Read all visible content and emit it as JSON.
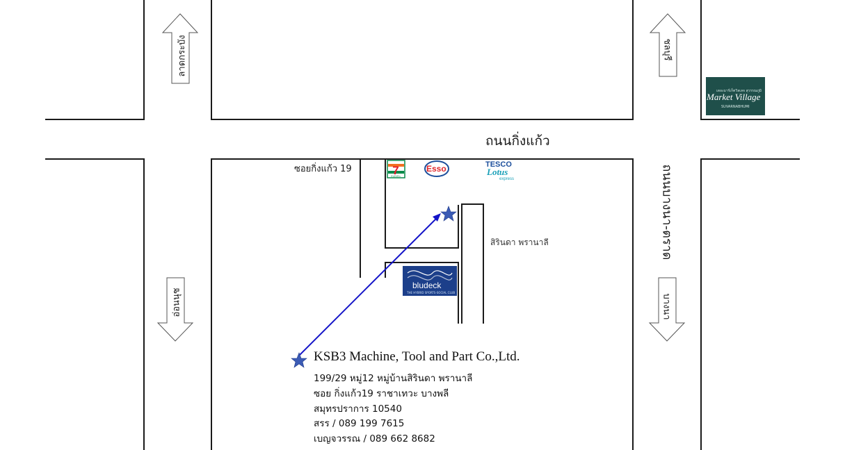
{
  "roads": {
    "main_horizontal": "ถนนกิ่งแก้ว",
    "main_vertical": "ถนนบางนา-ตราด",
    "soi": "ซอยกิ่งแก้ว 19",
    "arrow_lat_krabang": "ลาดกระบัง",
    "arrow_on_nut": "อ่อนนุช",
    "arrow_chonburi": "ชลบุรี",
    "arrow_bangna": "บางนา"
  },
  "places": {
    "sirinda": "สิรินดา พรานาลี"
  },
  "brands": {
    "seven_eleven": "7",
    "seven_eleven_sub": "ELEVEn",
    "esso": "Esso",
    "tesco": "TESCO",
    "lotus": "Lotus",
    "lotus_express": "express",
    "market_village_thai": "เดอะมาร์เก็ตวิลเลจ สุวรรณภูมิ",
    "market_village": "Market Village",
    "market_village_sub": "SUVARNABHUMI",
    "bludeck": "bludeck",
    "bludeck_tagline": "THE HYBRID SPORTS-SOCIAL CLUB"
  },
  "company": {
    "name": "KSB3 Machine, Tool and Part Co.,Ltd.",
    "address_lines": [
      "199/29 หมู่12 หมู่บ้านสิรินดา พรานาลี",
      "ซอย กิ่งแก้ว19 ราชาเทวะ บางพลี",
      "สมุทรปราการ 10540",
      "สรร / 089 199 7615",
      "เบญจวรรณ / 089 662 8682"
    ]
  },
  "colors": {
    "line": "#1a1a1a",
    "route": "#1414c8",
    "star": "#3b5bb5",
    "market_village_bg": "#1f4f4a",
    "bludeck_bg": "#1c3f8a",
    "seven_green": "#0a8a4a",
    "seven_orange": "#f37021",
    "seven_red": "#e41e2b"
  },
  "icons": {
    "start_marker": "star-icon",
    "end_marker": "star-icon",
    "route": "arrow-line"
  }
}
